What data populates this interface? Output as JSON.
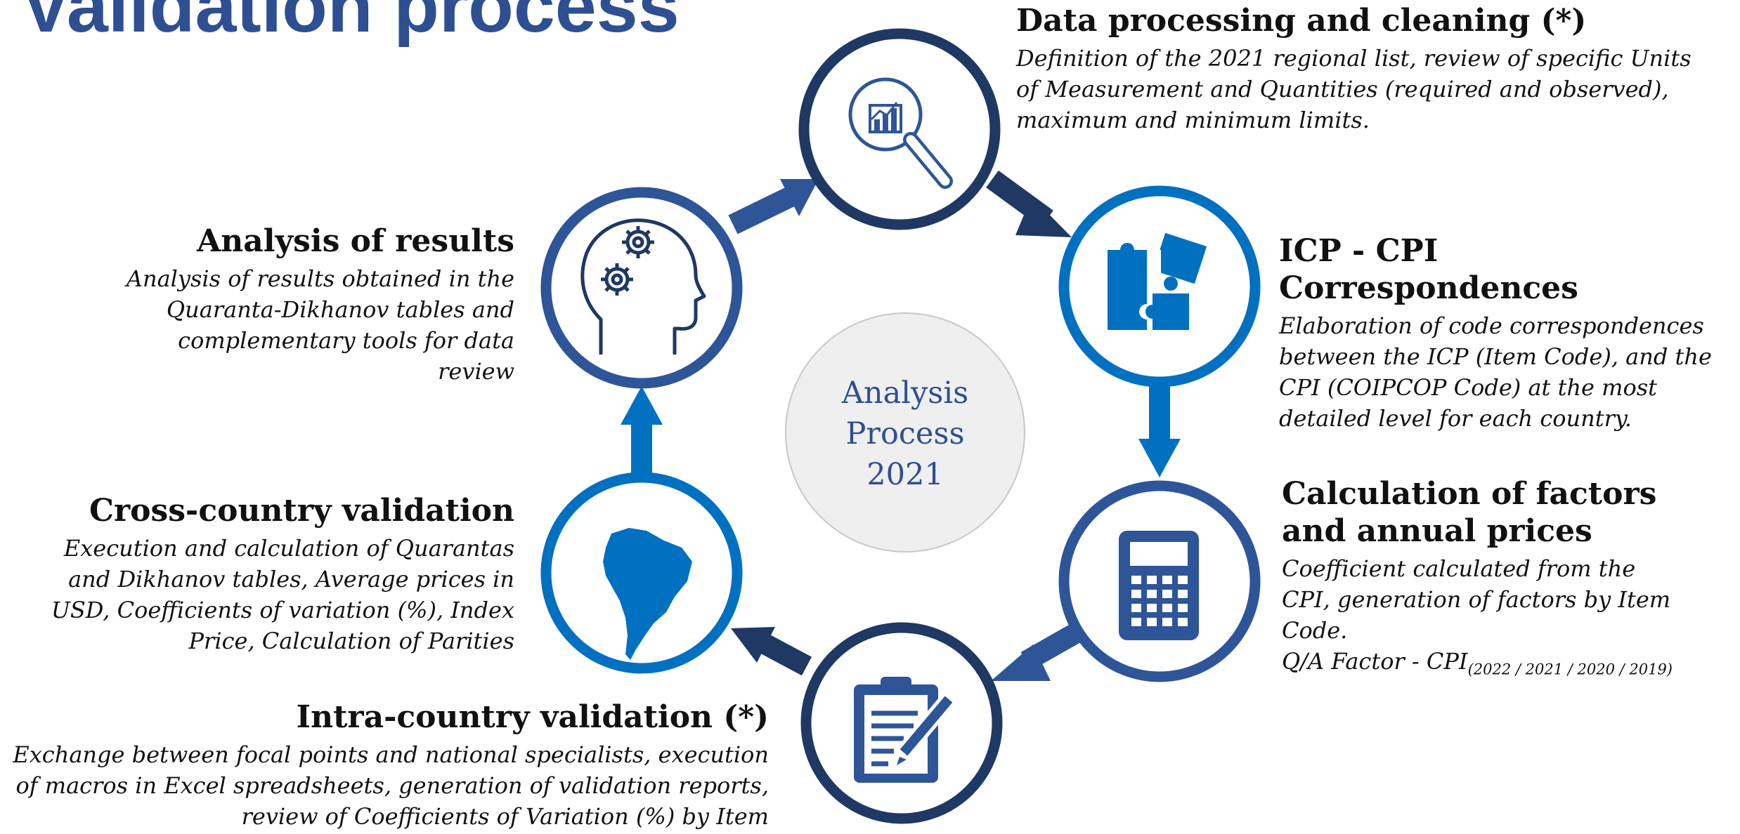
{
  "title": "Validation process",
  "center": {
    "line1": "Analysis",
    "line2": "Process",
    "line3": "2021"
  },
  "steps": [
    {
      "id": "data-processing",
      "icon": "magnifier-chart-icon",
      "title": "Data processing and cleaning (*)",
      "text": "Definition of the 2021 regional list, review of specific Units of Measurement and Quantities (required and observed), maximum and minimum limits."
    },
    {
      "id": "icp-cpi",
      "icon": "puzzle-icon",
      "title": "ICP - CPI Correspondences",
      "text": "Elaboration of code correspondences between the ICP (Item Code), and the CPI (COIPCOP Code) at the most detailed level for each country."
    },
    {
      "id": "factors",
      "icon": "calculator-icon",
      "title": "Calculation of factors and annual prices",
      "text": "Coefficient calculated from the CPI, generation of factors by Item Code.",
      "formula": "Q/A Factor - CPI",
      "formula_sub": "(2022 / 2021 / 2020 / 2019)"
    },
    {
      "id": "intra-country",
      "icon": "clipboard-pencil-icon",
      "title": "Intra-country validation (*)",
      "text": "Exchange between focal points and national specialists, execution of macros in Excel spreadsheets, generation of validation reports, review of Coefficients of Variation (%) by Item"
    },
    {
      "id": "cross-country",
      "icon": "south-america-map-icon",
      "title": "Cross-country validation",
      "text": "Execution and calculation of Quarantas and Dikhanov tables, Average prices in USD, Coefficients of variation (%), Index Price, Calculation of Parities"
    },
    {
      "id": "analysis",
      "icon": "head-gears-icon",
      "title": "Analysis of results",
      "text": "Analysis of results obtained in the Quaranta-Dikhanov tables and complementary tools for data review"
    }
  ],
  "colors": {
    "navy": "#1f3864",
    "mid_blue": "#2e5597",
    "bright_blue": "#0070c0",
    "title_blue": "#2e4f91",
    "center_fill": "#efefef"
  }
}
